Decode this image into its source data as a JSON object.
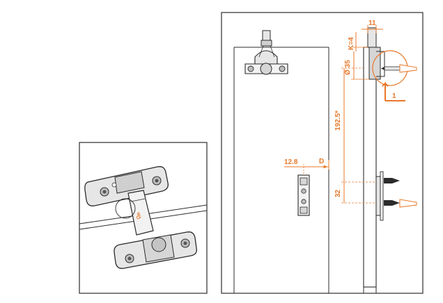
{
  "colors": {
    "accent": "#e8782a",
    "line": "#2b2b2b",
    "part_fill": "#e6e6e6",
    "part_dark": "#9a9a9a",
    "background": "#ffffff"
  },
  "inset": {
    "icon": "concealed-hinge-closeup",
    "logo": "QP"
  },
  "dimensions": {
    "top_offset": "11",
    "k_value": "K=4",
    "cup_diameter": "Ø 35",
    "hinge_spacing": "192.5*",
    "plate_offset": "12.8",
    "d_label": "D",
    "plate_height": "32"
  },
  "callout": {
    "step_number": "1",
    "icon": "screw-install-arrow"
  }
}
